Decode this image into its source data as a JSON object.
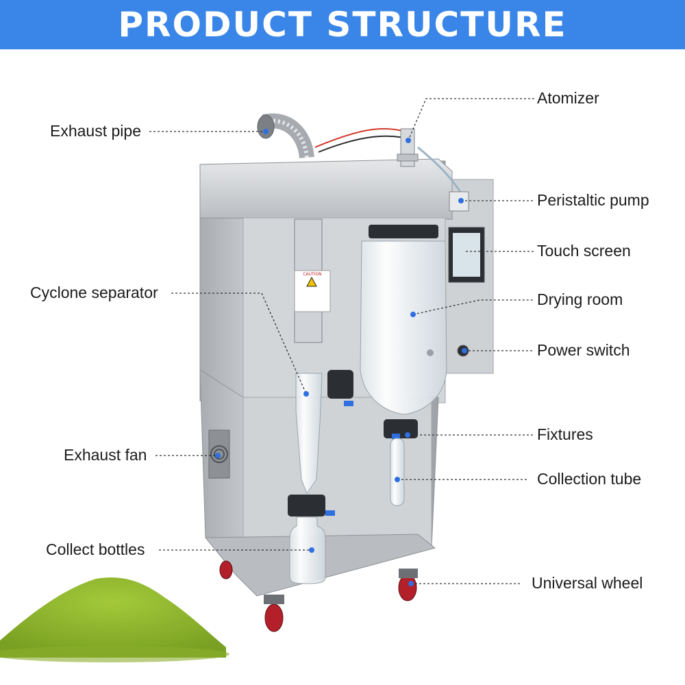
{
  "header": {
    "title": "PRODUCT STRUCTURE"
  },
  "labels": {
    "exhaust_pipe": "Exhaust pipe",
    "cyclone_separator": "Cyclone separator",
    "exhaust_fan": "Exhaust fan",
    "collect_bottles": "Collect bottles",
    "atomizer": "Atomizer",
    "peristaltic_pump": "Peristaltic pump",
    "touch_screen": "Touch screen",
    "drying_room": "Drying room",
    "power_switch": "Power switch",
    "fixtures": "Fixtures",
    "collection_tube": "Collection tube",
    "universal_wheel": "Universal wheel"
  },
  "caution_label": "CAUTION",
  "colors": {
    "banner": "#3a86e8",
    "steel": "#c9ccd0",
    "marker": "#2f6fe0",
    "powder": "#8fb62c",
    "wheel": "#b3202a"
  }
}
